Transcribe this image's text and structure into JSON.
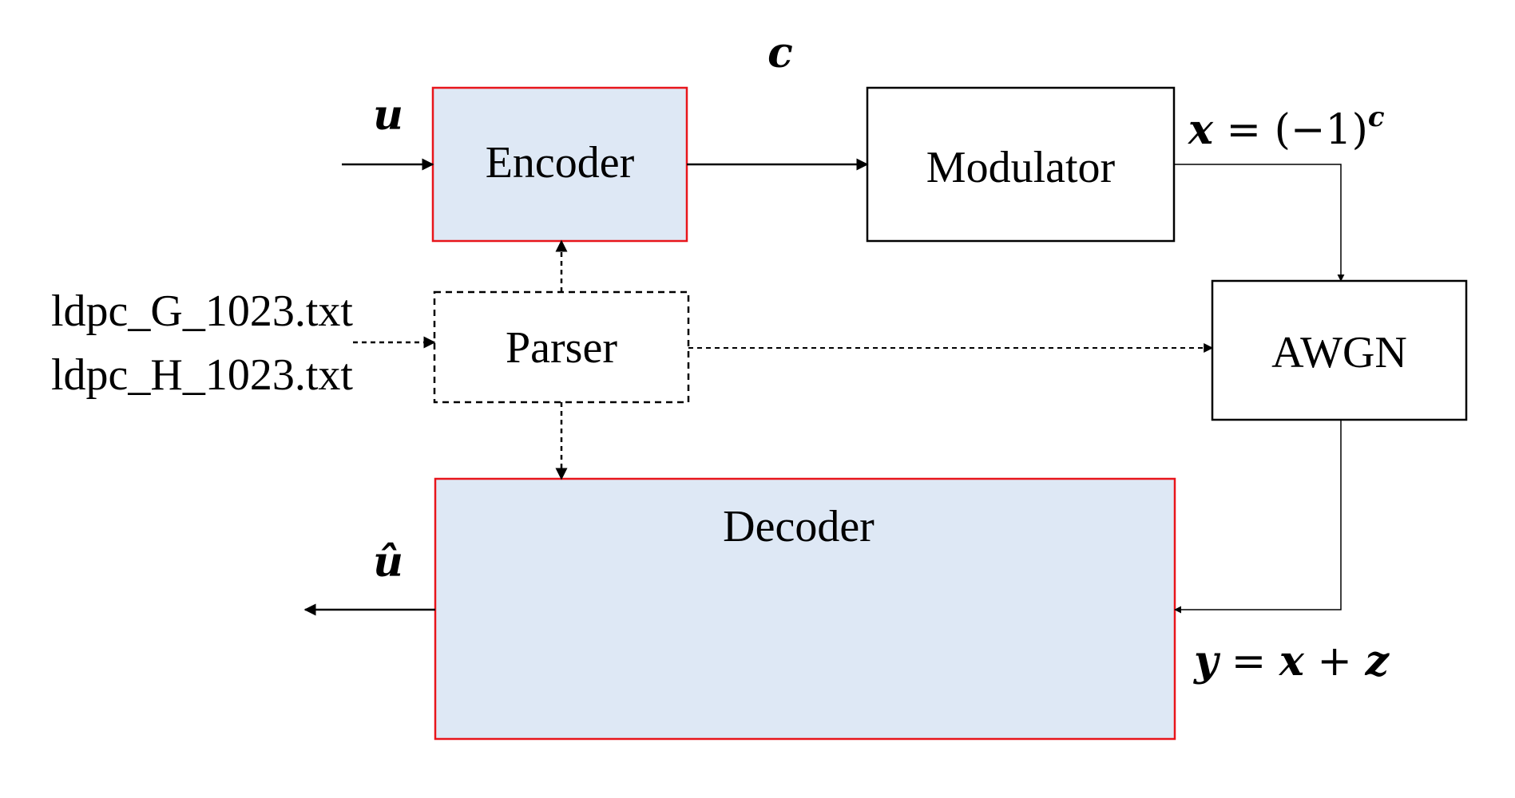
{
  "blocks": {
    "encoder": "Encoder",
    "modulator": "Modulator",
    "awgn": "AWGN",
    "parser": "Parser",
    "decoder": "Decoder"
  },
  "files": {
    "g_matrix": "ldpc_G_1023.txt",
    "h_matrix": "ldpc_H_1023.txt"
  },
  "symbols": {
    "u": "u",
    "u_hat": "û",
    "c": "c",
    "x_lhs": "x",
    "x_eq": " = (−1)",
    "x_exp": "c",
    "y_lhs": "y",
    "y_eq": " = ",
    "y_x": "x",
    "y_plus": " + ",
    "y_z": "z"
  },
  "colors": {
    "highlight_fill": "#dee8f5",
    "highlight_border": "#e8151b",
    "line": "#000000"
  }
}
